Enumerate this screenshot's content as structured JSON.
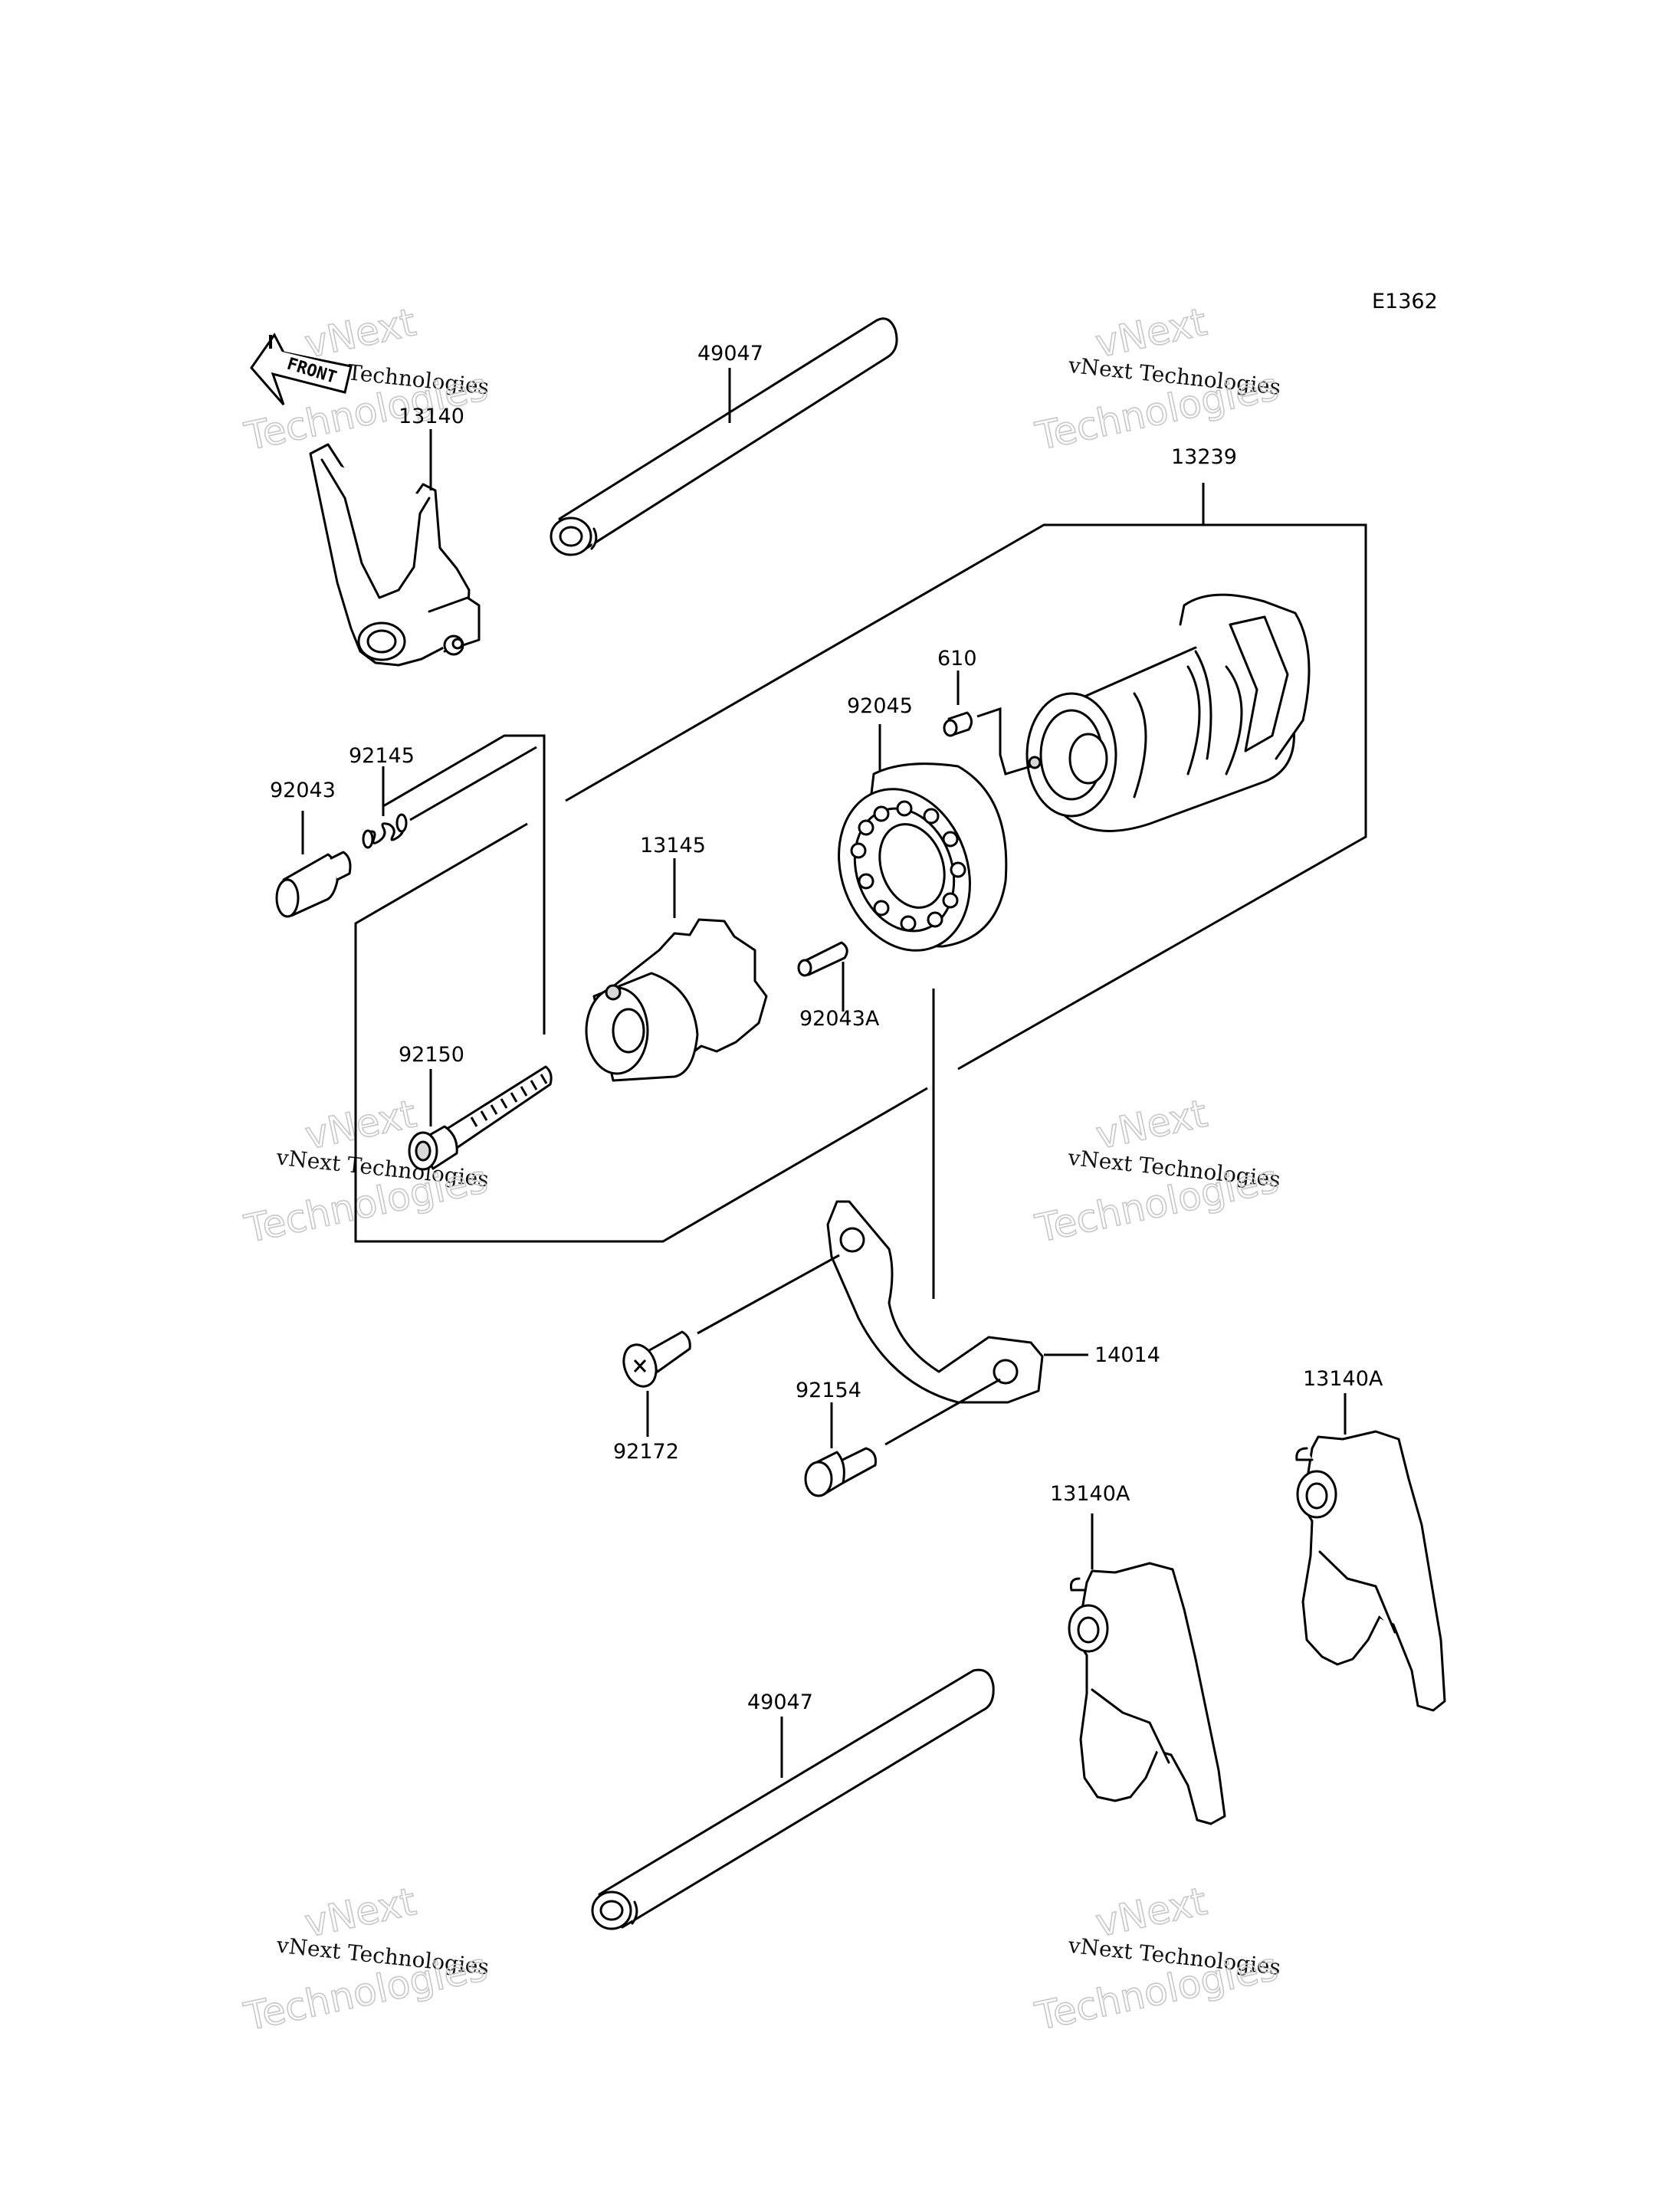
{
  "diagram_code": "E1362",
  "front_label": "FRONT",
  "watermark": {
    "line1": "vNext",
    "line2": "vNext Technologies",
    "line3": "Technologies"
  },
  "callouts": {
    "c13140": "13140",
    "c49047_top": "49047",
    "c13239": "13239",
    "c610": "610",
    "c92045": "92045",
    "c92145": "92145",
    "c92043": "92043",
    "c13145": "13145",
    "c92043A": "92043A",
    "c92150": "92150",
    "c14014": "14014",
    "c92154": "92154",
    "c92172": "92172",
    "c13140A_right": "13140A",
    "c13140A_mid": "13140A",
    "c49047_bottom": "49047"
  }
}
